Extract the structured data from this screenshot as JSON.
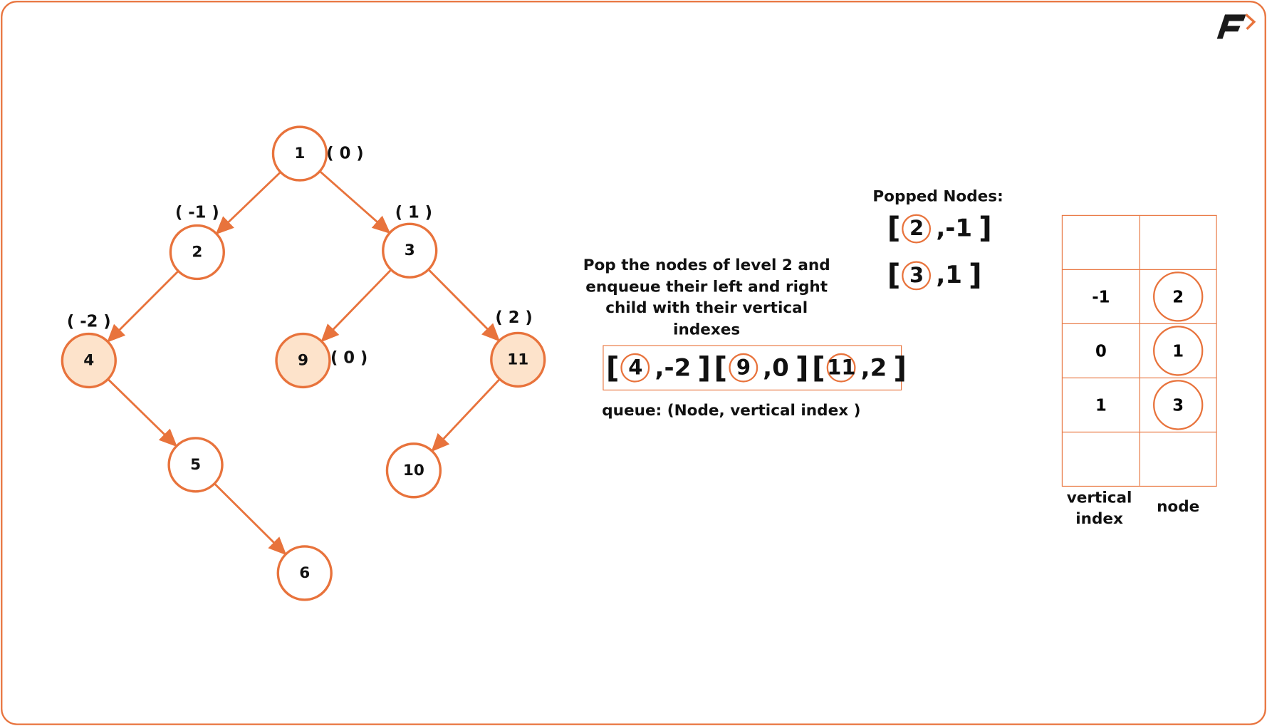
{
  "colors": {
    "accent": "#E8733C",
    "highlight_fill": "#FDE3CB"
  },
  "tree": {
    "nodes": [
      {
        "id": "1",
        "value": "1",
        "index_label": "( 0 )",
        "highlighted": false
      },
      {
        "id": "2",
        "value": "2",
        "index_label": "( -1 )",
        "highlighted": false
      },
      {
        "id": "3",
        "value": "3",
        "index_label": "( 1 )",
        "highlighted": false
      },
      {
        "id": "4",
        "value": "4",
        "index_label": "( -2 )",
        "highlighted": true
      },
      {
        "id": "9",
        "value": "9",
        "index_label": "( 0 )",
        "highlighted": true
      },
      {
        "id": "11",
        "value": "11",
        "index_label": "( 2 )",
        "highlighted": true
      },
      {
        "id": "5",
        "value": "5",
        "index_label": "",
        "highlighted": false
      },
      {
        "id": "10",
        "value": "10",
        "index_label": "",
        "highlighted": false
      },
      {
        "id": "6",
        "value": "6",
        "index_label": "",
        "highlighted": false
      }
    ],
    "edges": [
      [
        "1",
        "2"
      ],
      [
        "1",
        "3"
      ],
      [
        "2",
        "4"
      ],
      [
        "3",
        "9"
      ],
      [
        "3",
        "11"
      ],
      [
        "4",
        "5"
      ],
      [
        "11",
        "10"
      ],
      [
        "5",
        "6"
      ]
    ]
  },
  "description": "Pop the nodes of level 2 and enqueue their left and right child with their vertical indexes",
  "queue": {
    "label": "queue: (Node, vertical index )",
    "items": [
      {
        "node": "4",
        "index": ",-2"
      },
      {
        "node": "9",
        "index": ",0"
      },
      {
        "node": "11",
        "index": ",2"
      }
    ]
  },
  "popped": {
    "title": "Popped Nodes:",
    "items": [
      {
        "node": "2",
        "index": ",-1"
      },
      {
        "node": "3",
        "index": ",1"
      }
    ]
  },
  "table": {
    "col_vertical": "vertical index",
    "col_node": "node",
    "rows": [
      {
        "v": "",
        "n": ""
      },
      {
        "v": "-1",
        "n": "2"
      },
      {
        "v": "0",
        "n": "1"
      },
      {
        "v": "1",
        "n": "3"
      },
      {
        "v": "",
        "n": ""
      }
    ]
  }
}
